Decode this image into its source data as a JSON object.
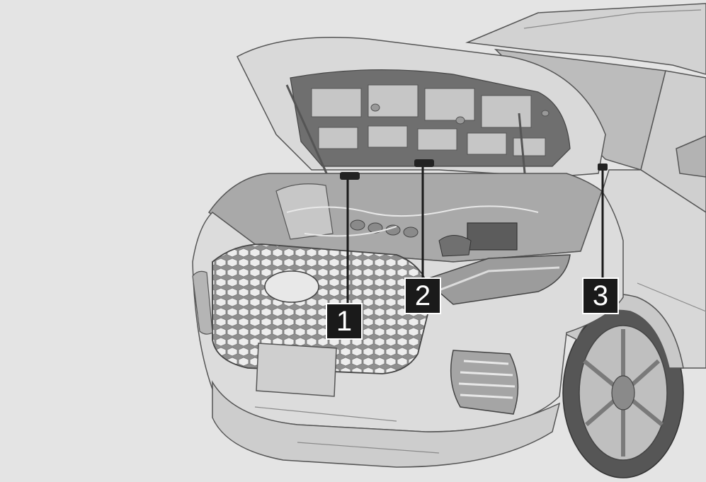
{
  "figure": {
    "subject": "suv-front-open-hood-illustration",
    "background_color": "#e4e4e4",
    "callouts": [
      {
        "id": "1",
        "label": "1",
        "icon": "hood-latch-marker"
      },
      {
        "id": "2",
        "label": "2",
        "icon": "hood-latch-marker"
      },
      {
        "id": "3",
        "label": "3",
        "icon": "hood-latch-marker"
      }
    ]
  }
}
